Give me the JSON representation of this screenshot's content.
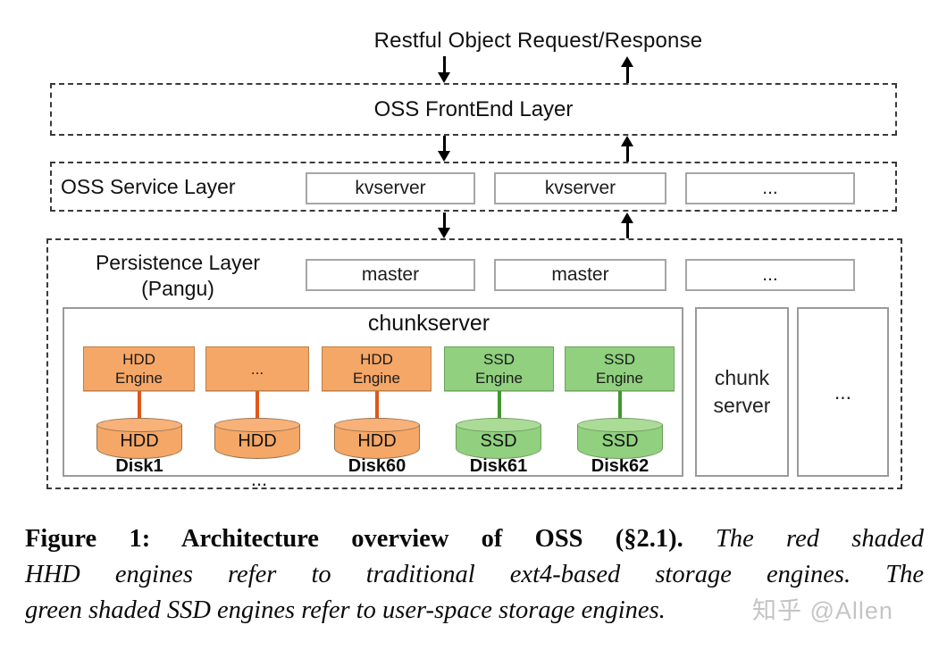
{
  "figure": {
    "top_label": "Restful Object Request/Response",
    "frontend_layer": {
      "label": "OSS FrontEnd Layer"
    },
    "service_layer": {
      "label": "OSS Service Layer",
      "nodes": [
        {
          "label": "kvserver"
        },
        {
          "label": "kvserver"
        },
        {
          "label": "..."
        }
      ]
    },
    "persistence_layer": {
      "label_line1": "Persistence Layer",
      "label_line2": "(Pangu)",
      "masters": [
        {
          "label": "master"
        },
        {
          "label": "master"
        },
        {
          "label": "..."
        }
      ],
      "chunkserver": {
        "title": "chunkserver",
        "engines": [
          {
            "type": "hdd",
            "lines": [
              "HDD",
              "Engine"
            ]
          },
          {
            "type": "hdd",
            "lines": [
              "..."
            ]
          },
          {
            "type": "hdd",
            "lines": [
              "HDD",
              "Engine"
            ]
          },
          {
            "type": "ssd",
            "lines": [
              "SSD",
              "Engine"
            ]
          },
          {
            "type": "ssd",
            "lines": [
              "SSD",
              "Engine"
            ]
          }
        ],
        "disks": [
          {
            "type": "hdd",
            "media": "HDD",
            "name": "Disk1"
          },
          {
            "type": "hdd",
            "media": "HDD",
            "name": ""
          },
          {
            "type": "hdd",
            "media": "HDD",
            "name": "Disk60"
          },
          {
            "type": "ssd",
            "media": "SSD",
            "name": "Disk61"
          },
          {
            "type": "ssd",
            "media": "SSD",
            "name": "Disk62"
          }
        ],
        "more_disks_ellipsis": "..."
      },
      "chunk_server_box": {
        "line1": "chunk",
        "line2": "server"
      },
      "more_box": {
        "label": "..."
      }
    }
  },
  "caption": {
    "lines": [
      {
        "bold": "Figure 1: Architecture overview of OSS (§2.1).",
        "italic": " The red shaded"
      },
      {
        "bold": "",
        "italic": "HHD engines refer to traditional ext4-based storage engines. The"
      },
      {
        "bold": "",
        "italic": "green shaded SSD engines refer to user-space storage engines."
      }
    ]
  },
  "watermark": "知乎 @Allen",
  "colors": {
    "hdd_fill": "#F5A767",
    "hdd_connector": "#E0571A",
    "ssd_fill": "#90D07F",
    "ssd_connector": "#3E9A2E",
    "node_border_gray": "#A6A6A6",
    "dashed_border": "#3A3A3A"
  }
}
